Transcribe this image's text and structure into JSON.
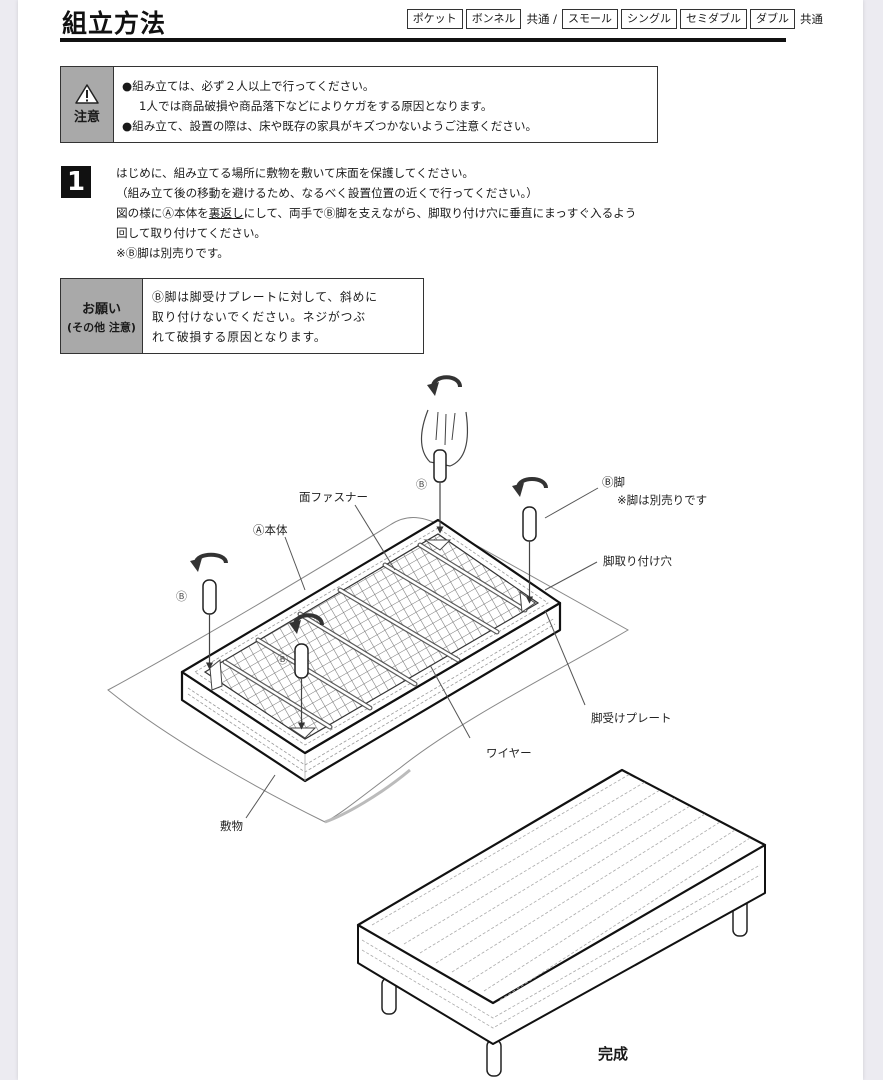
{
  "header": {
    "title": "組立方法",
    "tags_group1": [
      "ポケット",
      "ボンネル"
    ],
    "group1_suffix": "共通 /",
    "tags_group2": [
      "スモール",
      "シングル",
      "セミダブル",
      "ダブル"
    ],
    "group2_suffix": "共通"
  },
  "caution": {
    "icon": "warning-triangle-icon",
    "label": "注意",
    "lines": [
      "●組み立ては、必ず２人以上で行ってください。",
      "1人では商品破損や商品落下などによりケガをする原因となります。",
      "●組み立て、設置の際は、床や既存の家具がキズつかないようご注意ください。"
    ]
  },
  "step1": {
    "number": "1",
    "line1": "はじめに、組み立てる場所に敷物を敷いて床面を保護してください。",
    "line2": "（組み立て後の移動を避けるため、なるべく設置位置の近くで行ってください。）",
    "line3_pre": "図の様にⒶ本体を",
    "line3_underlined": "裏返し",
    "line3_post": "にして、両手でⒷ脚を支えながら、脚取り付け穴に垂直にまっすぐ入るよう",
    "line4": "回して取り付けてください。",
    "line5": "※Ⓑ脚は別売りです。"
  },
  "request": {
    "label_main": "お願い",
    "label_sub": "(その他 注意)",
    "lines": [
      "Ⓑ脚は脚受けプレートに対して、斜めに",
      "取り付けないでください。ネジがつぶ",
      "れて破損する原因となります。"
    ]
  },
  "diagram": {
    "labels": {
      "fastener": "面ファスナー",
      "body": "Ⓐ本体",
      "leg": "Ⓑ脚",
      "leg_note": "※脚は別売りです",
      "leg_hole": "脚取り付け穴",
      "leg_plate": "脚受けプレート",
      "wire": "ワイヤー",
      "mat": "敷物",
      "leg_marker": "Ⓑ"
    },
    "complete_label": "完成"
  }
}
